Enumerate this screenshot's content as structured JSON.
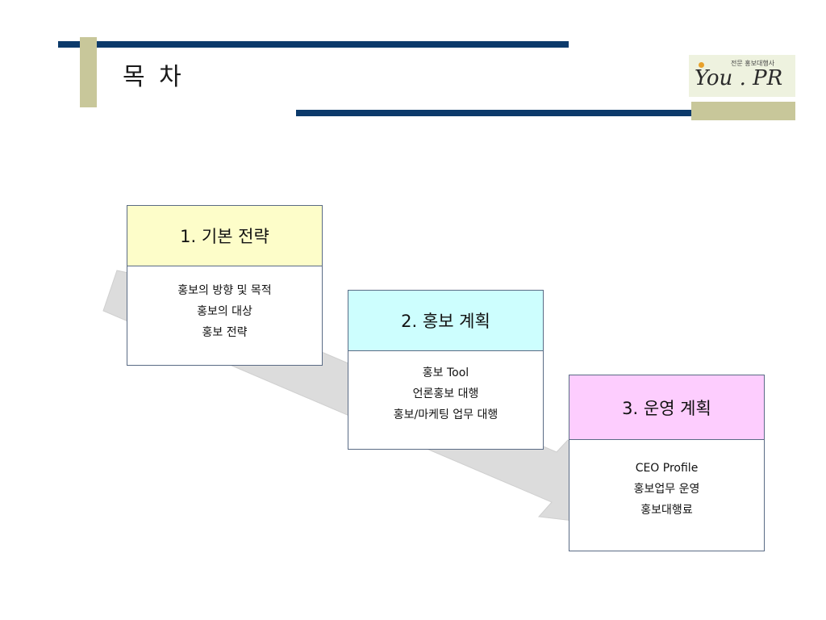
{
  "slide": {
    "title": "목 차"
  },
  "logo": {
    "tagline": "전문 홍보대행사",
    "text": "You . PR"
  },
  "sections": [
    {
      "title": "1. 기본 전략",
      "header_color": "#fdfdc9",
      "items": [
        "홍보의 방향 및 목적",
        "홍보의 대상",
        "홍보 전략"
      ]
    },
    {
      "title": "2. 홍보 계획",
      "header_color": "#cdfefe",
      "items": [
        "홍보 Tool",
        "언론홍보 대행",
        "홍보/마케팅 업무 대행"
      ]
    },
    {
      "title": "3. 운영 계획",
      "header_color": "#fdcdfe",
      "items": [
        "CEO Profile",
        "홍보업무 운영",
        "홍보대행료"
      ]
    }
  ],
  "colors": {
    "rule_navy": "#0c3a6b",
    "accent_olive": "#c8c79a",
    "arrow_gray": "#dcdcdc",
    "box_border": "#5a6b85"
  }
}
